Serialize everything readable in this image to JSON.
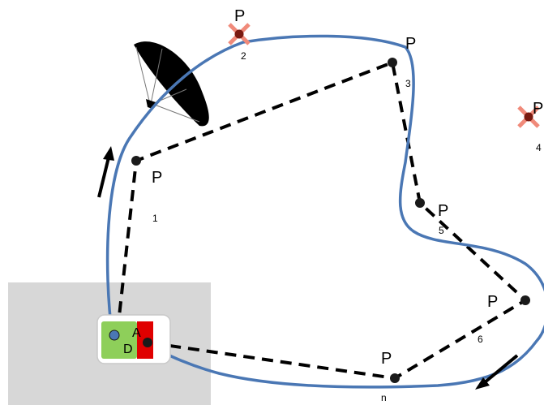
{
  "colors": {
    "background": "#ffffff",
    "zone": "#d7d7d7",
    "route": "#4a77b4",
    "marker_depart": "#8ecf5a",
    "marker_arrive": "#e00000",
    "excluded_cross": "#f08a7a",
    "point_fill": "#1a1a1a"
  },
  "points": [
    {
      "p": "P",
      "index": "1",
      "state": "visited"
    },
    {
      "p": "P",
      "index": "2",
      "state": "excluded"
    },
    {
      "p": "P",
      "index": "3",
      "state": "visited"
    },
    {
      "p": "P",
      "index": "4",
      "state": "excluded"
    },
    {
      "p": "P",
      "index": "5",
      "state": "visited"
    },
    {
      "p": "P",
      "index": "6",
      "state": "visited"
    },
    {
      "p": "P",
      "index": "n",
      "state": "visited"
    }
  ],
  "start_box": {
    "depart": "D",
    "arrive": "A"
  },
  "icons": {
    "paraglider": "paraglider-icon",
    "direction_up": "arrow-up-icon",
    "direction_down_left": "arrow-down-left-icon",
    "excluded_marker": "cross-icon"
  }
}
